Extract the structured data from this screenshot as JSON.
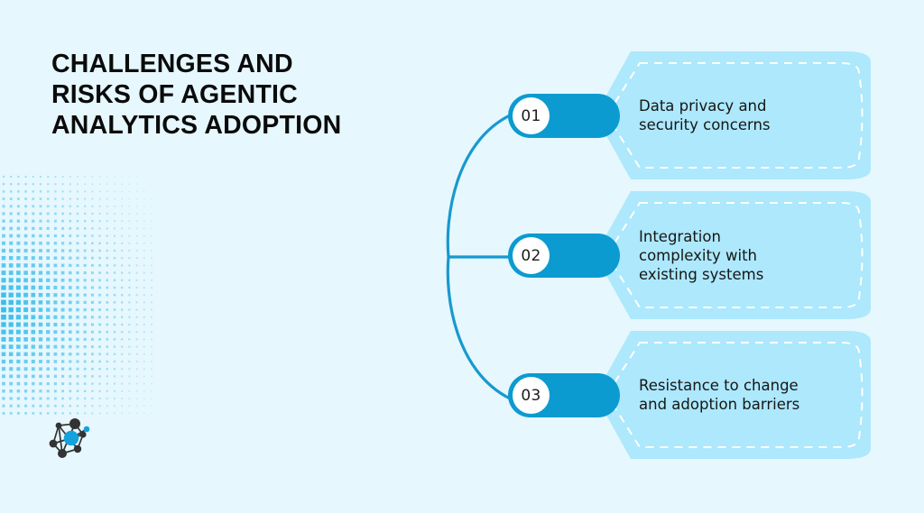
{
  "slide": {
    "title": "Challenges and risks of agentic analytics adoption",
    "background_color": "#E6F7FE"
  },
  "theme": {
    "background": "#E6F7FE",
    "card_fill": "#ADE8FC",
    "accent_blue": "#0B9BD0",
    "connector_blue": "#1899CE",
    "dashed_border": "#FFFFFF",
    "text_dark": "#161616",
    "title_color": "#0B0B0B",
    "halftone_dot": "#29B6E8",
    "logo_dark": "#333333",
    "logo_accent": "#14A2DC"
  },
  "logo": {
    "name": "network-graph-logo",
    "alt": "network node graph logo"
  },
  "items": [
    {
      "number": "01",
      "text": "Data privacy and\nsecurity concerns"
    },
    {
      "number": "02",
      "text": "Integration\ncomplexity with\nexisting systems"
    },
    {
      "number": "03",
      "text": "Resistance to change\nand adoption barriers"
    }
  ]
}
